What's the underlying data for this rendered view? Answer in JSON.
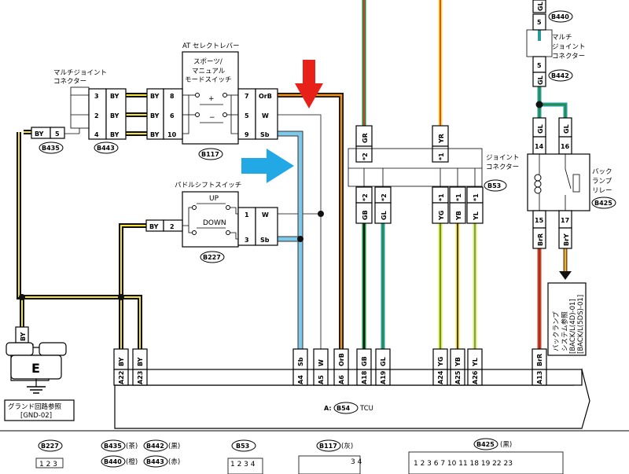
{
  "at_lever": {
    "title": "AT セレクトレバー",
    "switch_line1": "スポーツ/",
    "switch_line2": "マニュアル",
    "switch_line3": "モードスイッチ",
    "connector": "B117",
    "plus": "+",
    "minus": "−",
    "left_pins": [
      "8",
      "6",
      "10"
    ],
    "right_pins": [
      "7",
      "5",
      "9"
    ],
    "right_codes": [
      "OrB",
      "W",
      "Sb"
    ]
  },
  "multi_joint_left": {
    "line1": "マルチジョイント",
    "line2": "コネクター",
    "connector": "B443",
    "pins": [
      "3",
      "2",
      "4"
    ],
    "codes": [
      "BY",
      "BY",
      "BY"
    ],
    "in_codes": [
      "BY",
      "BY",
      "BY"
    ]
  },
  "b435": {
    "connector": "B435",
    "pin": "5",
    "code": "BY"
  },
  "paddle": {
    "title": "パドルシフトスイッチ",
    "up": "UP",
    "down": "DOWN",
    "connector": "B227",
    "left_pin": "2",
    "left_code": "BY",
    "right_pins": [
      "1",
      "3"
    ],
    "right_codes": [
      "W",
      "Sb"
    ]
  },
  "joint_connector": {
    "line1": "ジョイント",
    "line2": "コネクター",
    "connector": "B53",
    "top_codes": [
      "GR",
      "YR"
    ],
    "top_pins": [
      "*2",
      "*1"
    ],
    "bottom_pins": [
      "*2",
      "*2",
      "*1",
      "*1",
      "*1"
    ],
    "bottom_codes": [
      "GB",
      "GL",
      "YG",
      "YB",
      "YL"
    ]
  },
  "multi_joint_right": {
    "line1": "マルチ",
    "line2": "ジョイント",
    "line3": "コネクター",
    "top": "B440",
    "bottom": "B442",
    "pin_top": "5",
    "pin_bottom": "5",
    "code_top": "GL",
    "code_bottom": "GL"
  },
  "relay": {
    "line1": "バック",
    "line2": "ランプ",
    "line3": "リレー",
    "connector": "B425",
    "top_pins": [
      "14",
      "16"
    ],
    "top_codes": [
      "GL",
      "GL"
    ],
    "bottom_pins": [
      "15",
      "17"
    ],
    "bottom_codes": [
      "BrR",
      "BrY"
    ]
  },
  "backlamp_ref": {
    "line1": "バックランプ",
    "line2": "システム参照",
    "line3": "[BACK/L(4D)-01]",
    "line4": "[BACK/L(5DS)-01]"
  },
  "ground": {
    "label": "E",
    "ref1": "グランド回路参照",
    "ref2": "[GND-02]",
    "wire": "BY"
  },
  "tcu": {
    "prefix": "A:",
    "connector": "B54",
    "name": "TCU",
    "pins": [
      "A22",
      "A23",
      "A4",
      "A5",
      "A6",
      "A18",
      "A19",
      "A24",
      "A25",
      "A26",
      "A13"
    ],
    "codes": [
      "BY",
      "BY",
      "Sb",
      "W",
      "OrB",
      "GB",
      "GL",
      "YG",
      "YB",
      "YL",
      "BrR"
    ]
  },
  "legend": {
    "b227": "B227",
    "b435": "B435",
    "b435c": "(茶)",
    "b442": "B442",
    "b442c": "(黒)",
    "b440": "B440",
    "b440c": "(橙)",
    "b443": "B443",
    "b443c": "(赤)",
    "b53": "B53",
    "b117": "B117",
    "b117c": "(灰)",
    "b425": "B425",
    "b425c": "(黒)"
  },
  "colors": {
    "black": "#111111",
    "yellow": "#f5e23c",
    "blue": "#7ec8ea",
    "orange": "#f0901e",
    "green": "#1e8a3a",
    "red": "#e03b2c",
    "teal": "#2a9a9a",
    "arrow_red": "#e8201a",
    "arrow_blue": "#23a8e6"
  }
}
